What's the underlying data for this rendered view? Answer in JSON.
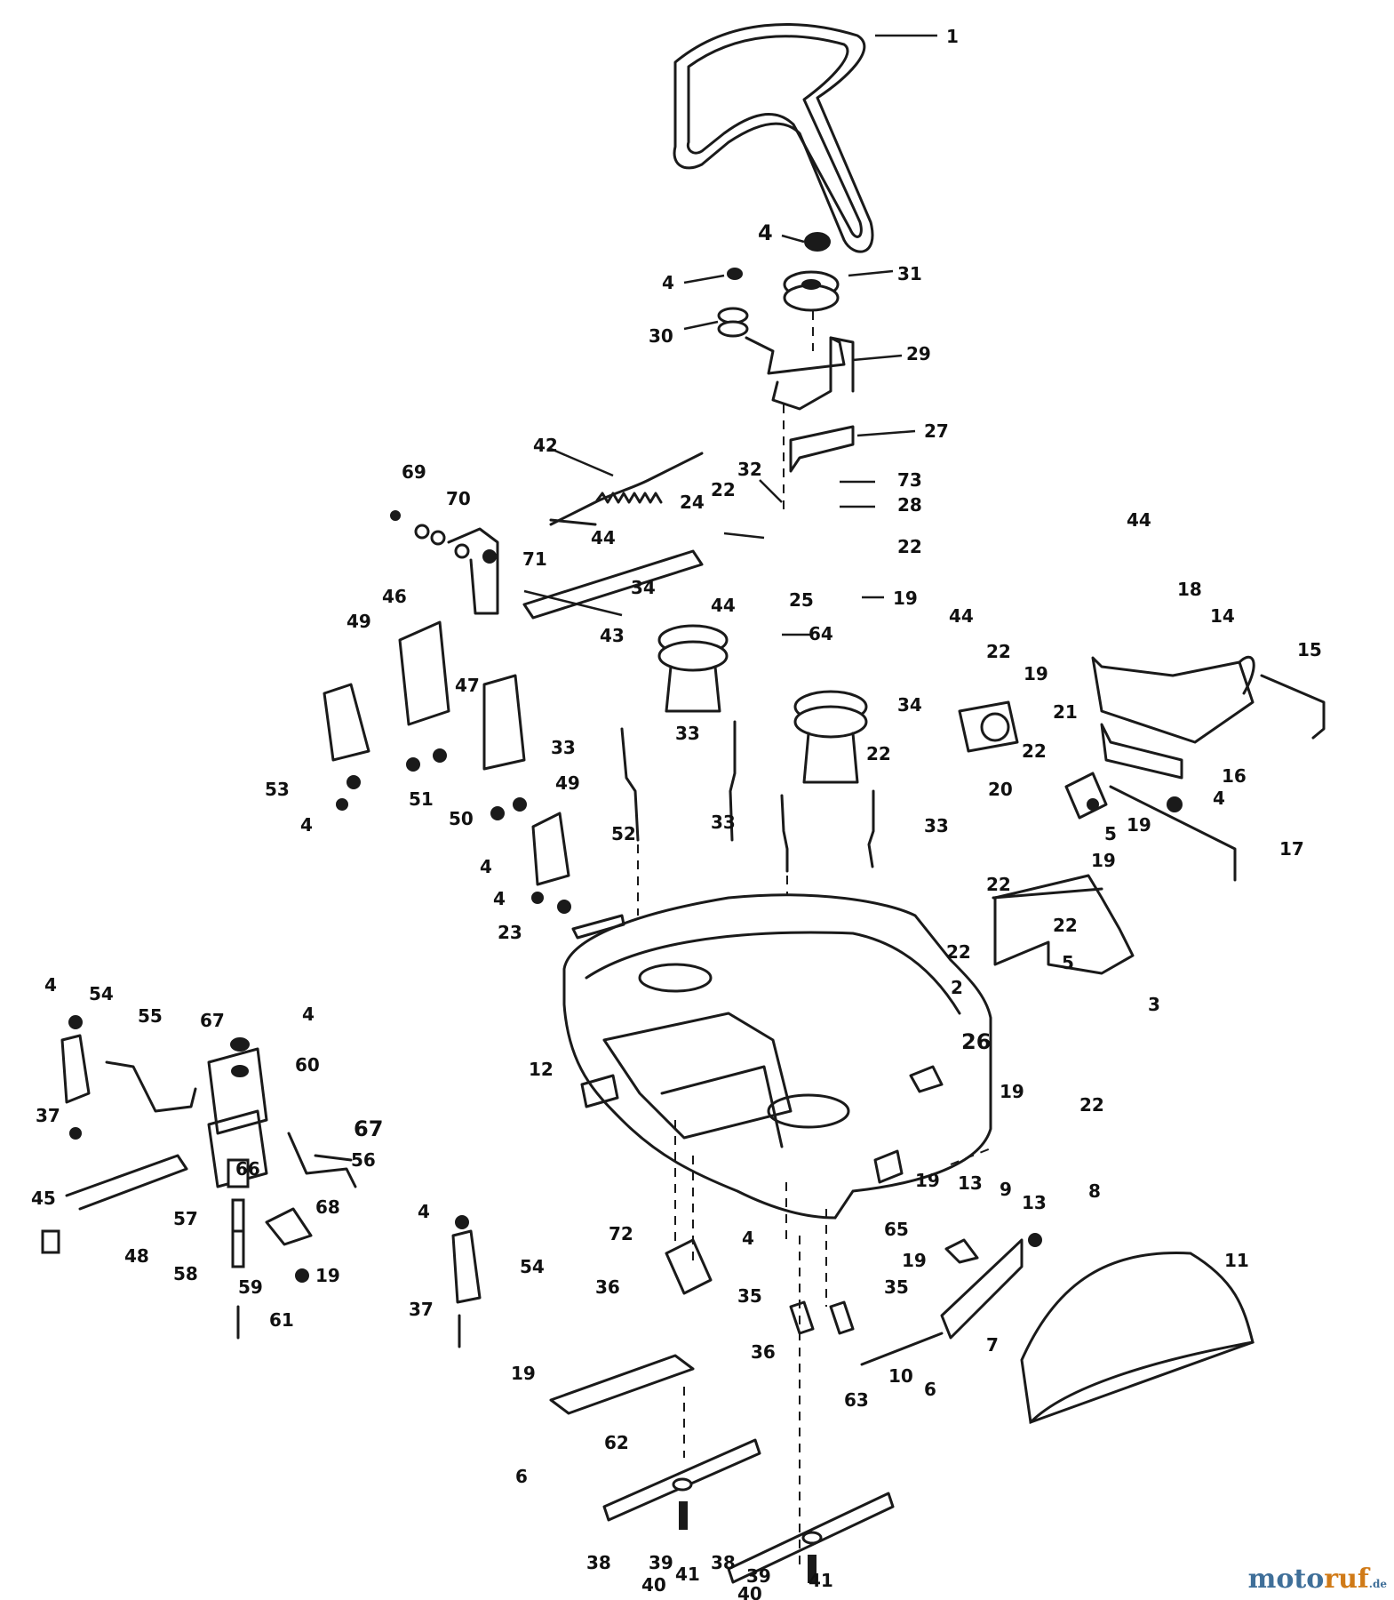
{
  "diagram": {
    "type": "exploded parts diagram",
    "callouts": [
      {
        "id": "c1",
        "text": "1"
      },
      {
        "id": "c4a",
        "text": "4"
      },
      {
        "id": "c31",
        "text": "31"
      },
      {
        "id": "c4b",
        "text": "4"
      },
      {
        "id": "c30",
        "text": "30"
      },
      {
        "id": "c29",
        "text": "29"
      },
      {
        "id": "c27",
        "text": "27"
      },
      {
        "id": "c42",
        "text": "42"
      },
      {
        "id": "c32",
        "text": "32"
      },
      {
        "id": "c73",
        "text": "73"
      },
      {
        "id": "c28",
        "text": "28"
      },
      {
        "id": "c22a",
        "text": "22"
      },
      {
        "id": "c22b",
        "text": "22"
      },
      {
        "id": "c24",
        "text": "24"
      },
      {
        "id": "c25",
        "text": "25"
      },
      {
        "id": "c19a",
        "text": "19"
      },
      {
        "id": "c64",
        "text": "64"
      },
      {
        "id": "c69",
        "text": "69"
      },
      {
        "id": "c70",
        "text": "70"
      },
      {
        "id": "c71",
        "text": "71"
      },
      {
        "id": "c46",
        "text": "46"
      },
      {
        "id": "c44a",
        "text": "44"
      },
      {
        "id": "c44b",
        "text": "44"
      },
      {
        "id": "c43",
        "text": "43"
      },
      {
        "id": "c47",
        "text": "47"
      },
      {
        "id": "c49a",
        "text": "49"
      },
      {
        "id": "c34a",
        "text": "34"
      },
      {
        "id": "c53",
        "text": "53"
      },
      {
        "id": "c51",
        "text": "51"
      },
      {
        "id": "c50",
        "text": "50"
      },
      {
        "id": "c4c",
        "text": "4"
      },
      {
        "id": "c4d",
        "text": "4"
      },
      {
        "id": "c33a",
        "text": "33"
      },
      {
        "id": "c33b",
        "text": "33"
      },
      {
        "id": "c33c",
        "text": "33"
      },
      {
        "id": "c33d",
        "text": "33"
      },
      {
        "id": "c49b",
        "text": "49"
      },
      {
        "id": "c52",
        "text": "52"
      },
      {
        "id": "c4e",
        "text": "4"
      },
      {
        "id": "c23",
        "text": "23"
      },
      {
        "id": "c34b",
        "text": "34"
      },
      {
        "id": "c44c",
        "text": "44"
      },
      {
        "id": "c22c",
        "text": "22"
      },
      {
        "id": "c19b",
        "text": "19"
      },
      {
        "id": "c21",
        "text": "21"
      },
      {
        "id": "c22d",
        "text": "22"
      },
      {
        "id": "c22e",
        "text": "22"
      },
      {
        "id": "c20",
        "text": "20"
      },
      {
        "id": "c5a",
        "text": "5"
      },
      {
        "id": "c19c",
        "text": "19"
      },
      {
        "id": "c19d",
        "text": "19"
      },
      {
        "id": "c22f",
        "text": "22"
      },
      {
        "id": "c44d",
        "text": "44"
      },
      {
        "id": "c18",
        "text": "18"
      },
      {
        "id": "c14",
        "text": "14"
      },
      {
        "id": "c15",
        "text": "15"
      },
      {
        "id": "c16",
        "text": "16"
      },
      {
        "id": "c4f",
        "text": "4"
      },
      {
        "id": "c17",
        "text": "17"
      },
      {
        "id": "c22g",
        "text": "22"
      },
      {
        "id": "c22h",
        "text": "22"
      },
      {
        "id": "c5b",
        "text": "5"
      },
      {
        "id": "c2",
        "text": "2"
      },
      {
        "id": "c3",
        "text": "3"
      },
      {
        "id": "c26",
        "text": "26"
      },
      {
        "id": "c19e",
        "text": "19"
      },
      {
        "id": "c22i",
        "text": "22"
      },
      {
        "id": "c12",
        "text": "12"
      },
      {
        "id": "c4g",
        "text": "4"
      },
      {
        "id": "c54a",
        "text": "54"
      },
      {
        "id": "c55",
        "text": "55"
      },
      {
        "id": "c67a",
        "text": "67"
      },
      {
        "id": "c4h",
        "text": "4"
      },
      {
        "id": "c60",
        "text": "60"
      },
      {
        "id": "c37a",
        "text": "37"
      },
      {
        "id": "c67b",
        "text": "67"
      },
      {
        "id": "c66",
        "text": "66"
      },
      {
        "id": "c56",
        "text": "56"
      },
      {
        "id": "c45",
        "text": "45"
      },
      {
        "id": "c57",
        "text": "57"
      },
      {
        "id": "c48",
        "text": "48"
      },
      {
        "id": "c68",
        "text": "68"
      },
      {
        "id": "c58",
        "text": "58"
      },
      {
        "id": "c59",
        "text": "59"
      },
      {
        "id": "c19f",
        "text": "19"
      },
      {
        "id": "c61",
        "text": "61"
      },
      {
        "id": "c4i",
        "text": "4"
      },
      {
        "id": "c54b",
        "text": "54"
      },
      {
        "id": "c37b",
        "text": "37"
      },
      {
        "id": "c72",
        "text": "72"
      },
      {
        "id": "c4j",
        "text": "4"
      },
      {
        "id": "c65",
        "text": "65"
      },
      {
        "id": "c19g",
        "text": "19"
      },
      {
        "id": "c13a",
        "text": "13"
      },
      {
        "id": "c9",
        "text": "9"
      },
      {
        "id": "c13b",
        "text": "13"
      },
      {
        "id": "c8",
        "text": "8"
      },
      {
        "id": "c11",
        "text": "11"
      },
      {
        "id": "c36a",
        "text": "36"
      },
      {
        "id": "c35a",
        "text": "35"
      },
      {
        "id": "c35b",
        "text": "35"
      },
      {
        "id": "c19h",
        "text": "19"
      },
      {
        "id": "c7",
        "text": "7"
      },
      {
        "id": "c36b",
        "text": "36"
      },
      {
        "id": "c10",
        "text": "10"
      },
      {
        "id": "c6a",
        "text": "6"
      },
      {
        "id": "c63",
        "text": "63"
      },
      {
        "id": "c19i",
        "text": "19"
      },
      {
        "id": "c62",
        "text": "62"
      },
      {
        "id": "c6b",
        "text": "6"
      },
      {
        "id": "c38a",
        "text": "38"
      },
      {
        "id": "c39a",
        "text": "39"
      },
      {
        "id": "c40a",
        "text": "40"
      },
      {
        "id": "c41a",
        "text": "41"
      },
      {
        "id": "c38b",
        "text": "38"
      },
      {
        "id": "c39b",
        "text": "39"
      },
      {
        "id": "c40b",
        "text": "40"
      },
      {
        "id": "c41b",
        "text": "41"
      }
    ]
  },
  "watermark": {
    "part1": "moto",
    "part2": "ruf",
    "part3": ".de"
  }
}
